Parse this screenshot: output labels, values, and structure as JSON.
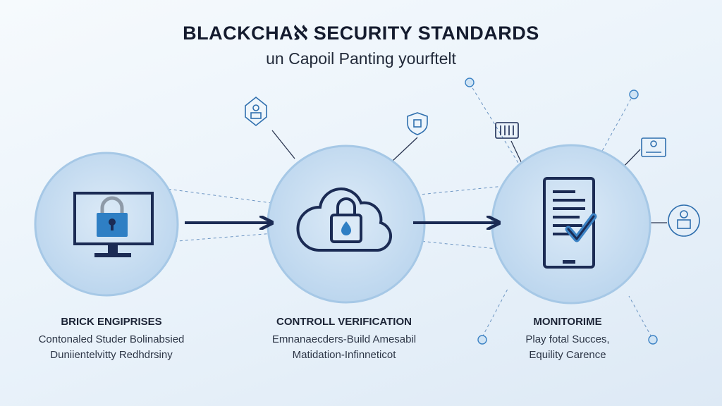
{
  "header": {
    "title": "BLACKCHAℵ SECURITY STANDARDS",
    "subtitle": "un Capoil Panting yourftelt"
  },
  "steps": [
    {
      "heading": "BRICK ENGIPRISES",
      "lines": [
        "Contonaled Studer Bolinabsied",
        "Duniientelvitty Redhdrsiny"
      ],
      "icon": "computer-lock-icon"
    },
    {
      "heading": "CONTROLL VERIFICATION",
      "lines": [
        "Emnanaecders-Build Amesabil",
        "Matidation-Infinneticot"
      ],
      "icon": "cloud-lock-icon"
    },
    {
      "heading": "MONITORIME",
      "lines": [
        "Play fotal Succes,",
        "Equility Carence"
      ],
      "icon": "tablet-checkmark-icon"
    }
  ],
  "colors": {
    "navy": "#1b2b54",
    "circle_fill": "#c9def1",
    "circle_stroke": "#a6c8e6",
    "accent_blue": "#3b82c4",
    "lock_blue": "#2f7fc4"
  }
}
